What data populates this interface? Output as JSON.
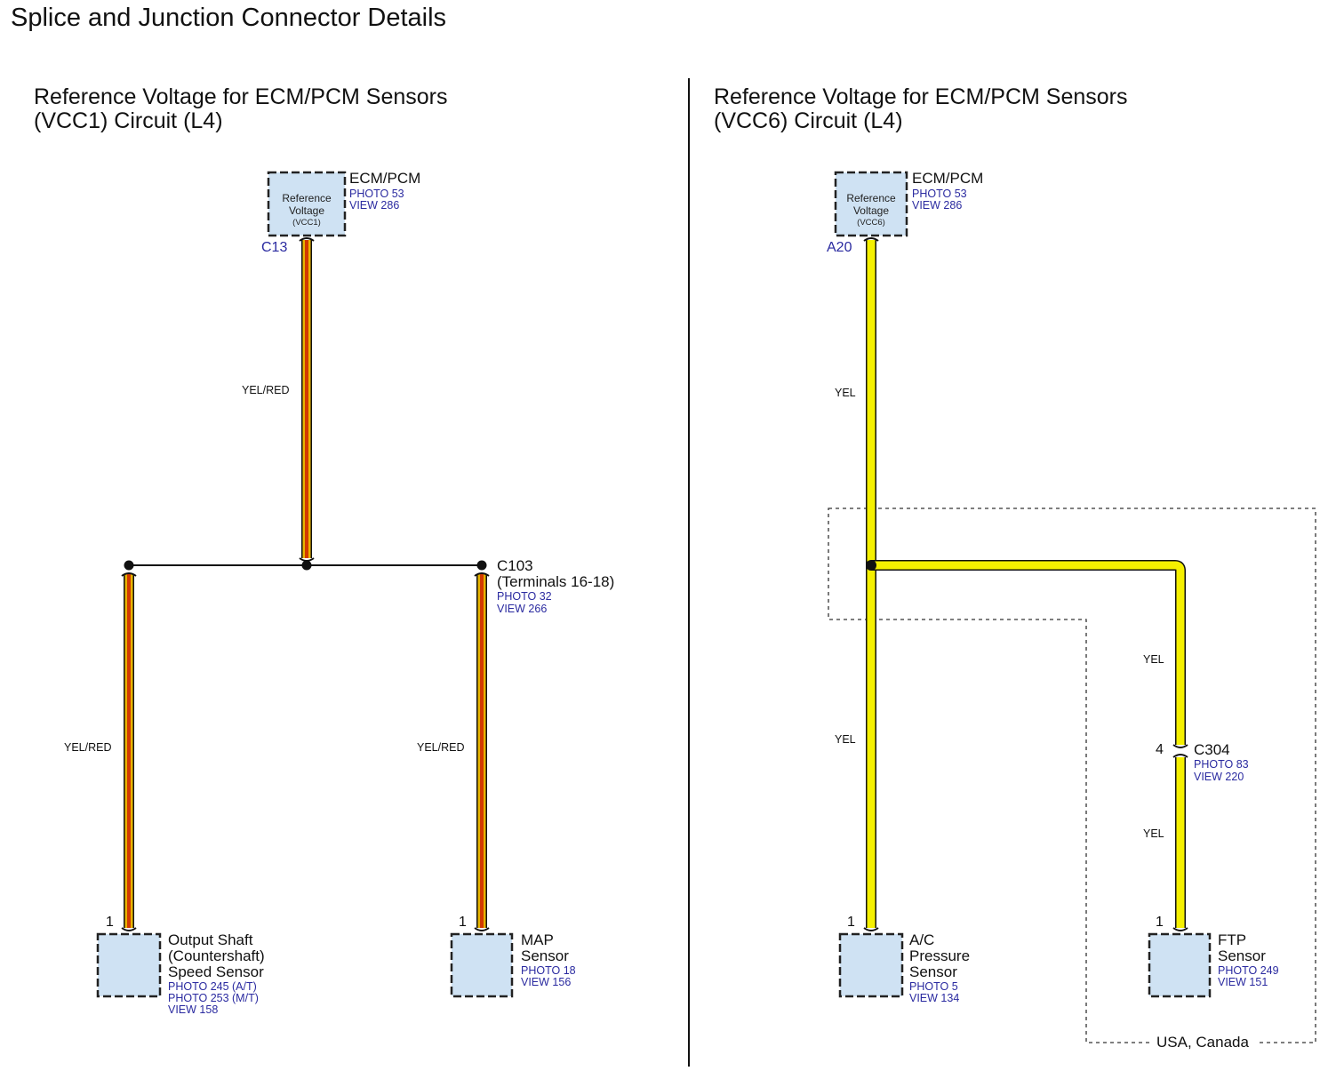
{
  "page": {
    "title": "Splice and Junction Connector Details"
  },
  "left": {
    "title_line1": "Reference Voltage for ECM/PCM Sensors",
    "title_line2": "(VCC1) Circuit (L4)",
    "ecm": {
      "inner_line1": "Reference",
      "inner_line2": "Voltage",
      "inner_line3": "(VCC1)",
      "name": "ECM/PCM",
      "photo": "PHOTO 53",
      "view": "VIEW 286",
      "pin": "C13"
    },
    "wire_top": "YEL/RED",
    "wire_left": "YEL/RED",
    "wire_right": "YEL/RED",
    "c103": {
      "name": "C103",
      "desc": "(Terminals 16-18)",
      "photo": "PHOTO 32",
      "view": "VIEW 266"
    },
    "oss": {
      "pin": "1",
      "line1": "Output Shaft",
      "line2": "(Countershaft)",
      "line3": "Speed Sensor",
      "photo1": "PHOTO 245 (A/T)",
      "photo2": "PHOTO 253 (M/T)",
      "view": "VIEW 158"
    },
    "map": {
      "pin": "1",
      "line1": "MAP",
      "line2": "Sensor",
      "photo": "PHOTO 18",
      "view": "VIEW 156"
    }
  },
  "right": {
    "title_line1": "Reference Voltage for ECM/PCM Sensors",
    "title_line2": "(VCC6) Circuit (L4)",
    "ecm": {
      "inner_line1": "Reference",
      "inner_line2": "Voltage",
      "inner_line3": "(VCC6)",
      "name": "ECM/PCM",
      "photo": "PHOTO 53",
      "view": "VIEW 286",
      "pin": "A20"
    },
    "wire_top": "YEL",
    "wire_left": "YEL",
    "wire_branch": "YEL",
    "wire_ftp": "YEL",
    "c304": {
      "pin": "4",
      "name": "C304",
      "photo": "PHOTO 83",
      "view": "VIEW 220"
    },
    "ac": {
      "pin": "1",
      "line1": "A/C",
      "line2": "Pressure",
      "line3": "Sensor",
      "photo": "PHOTO 5",
      "view": "VIEW 134"
    },
    "ftp": {
      "pin": "1",
      "line1": "FTP",
      "line2": "Sensor",
      "photo": "PHOTO 249",
      "view": "VIEW 151"
    },
    "region_label": "USA, Canada"
  },
  "colors": {
    "box_fill": "#cfe2f3",
    "wire_yel_red_outer": "#e8b400",
    "wire_yel_red_inner": "#d23a00",
    "wire_yel": "#f5f000",
    "ref_text": "#2a2aa0"
  }
}
